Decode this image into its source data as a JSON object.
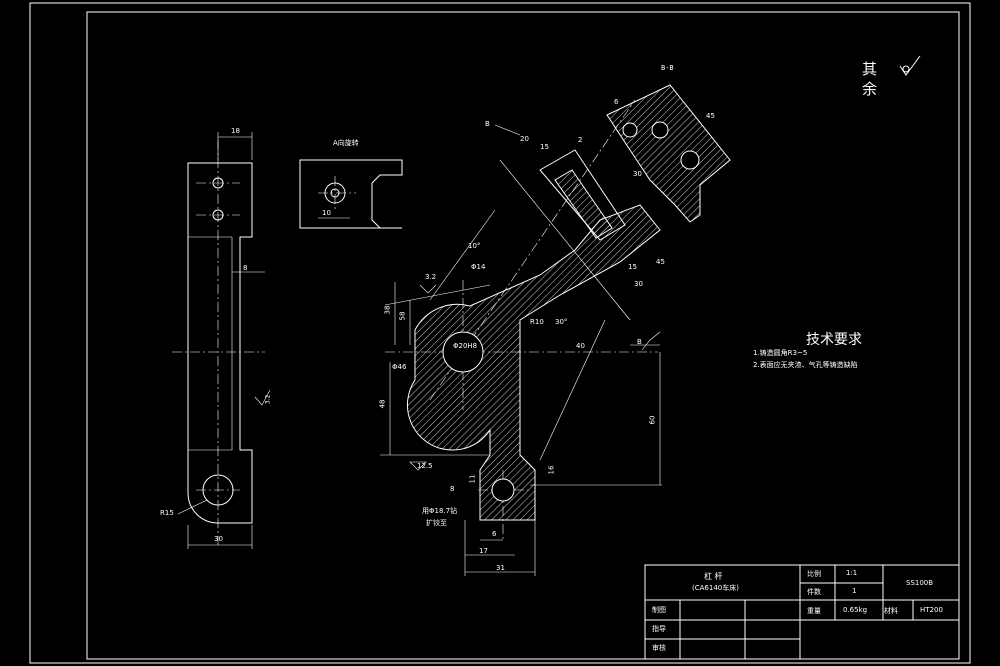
{
  "section_label": "B-B",
  "other_finish": {
    "line1": "其",
    "line2": "余"
  },
  "view_a_label": "A向旋转",
  "tech_req": {
    "title": "技术要求",
    "items": [
      "1.铸造圆角R3~5",
      "2.表面应无夹渣、气孔等铸造缺陷"
    ]
  },
  "dims": {
    "side_18": "18",
    "side_8": "8",
    "side_r15": "R15",
    "side_30": "30",
    "side_ra": "3.2",
    "view_10": "10",
    "main_10deg": "10°",
    "main_14": "Φ14",
    "main_12_5a": "3.2",
    "main_38": "38",
    "main_58": "58",
    "main_r10": "R10",
    "main_30deg": "30°",
    "main_40": "40",
    "main_phi20": "Φ20H8",
    "main_phi46": "Φ46",
    "main_48": "48",
    "main_12_5b": "12.5",
    "main_r60": "60",
    "main_16": "16",
    "main_8": "8",
    "main_11": "11",
    "main_6": "6",
    "main_17": "17",
    "main_31": "31",
    "main_note1": "用Φ18.7钻",
    "main_note2": "扩铰至",
    "sec_20": "20",
    "sec_15": "15",
    "sec_2": "2",
    "sec_30": "30",
    "sec_6": "6",
    "sec_45": "45",
    "sec_15b": "15",
    "sec_30b": "30",
    "sec_45b": "45",
    "b_mark": "B"
  },
  "title_block": {
    "part_name": "杠  杆",
    "part_sub": "(CA6140车床)",
    "scale_label": "比例",
    "scale_value": "1:1",
    "qty_label": "件数",
    "qty_value": "1",
    "drawing_no": "SS100B",
    "drawn_label": "制图",
    "guide_label": "指导",
    "review_label": "审核",
    "weight_label": "重量",
    "weight_value": "0.65kg",
    "material_label": "材料",
    "material_value": "HT200"
  }
}
